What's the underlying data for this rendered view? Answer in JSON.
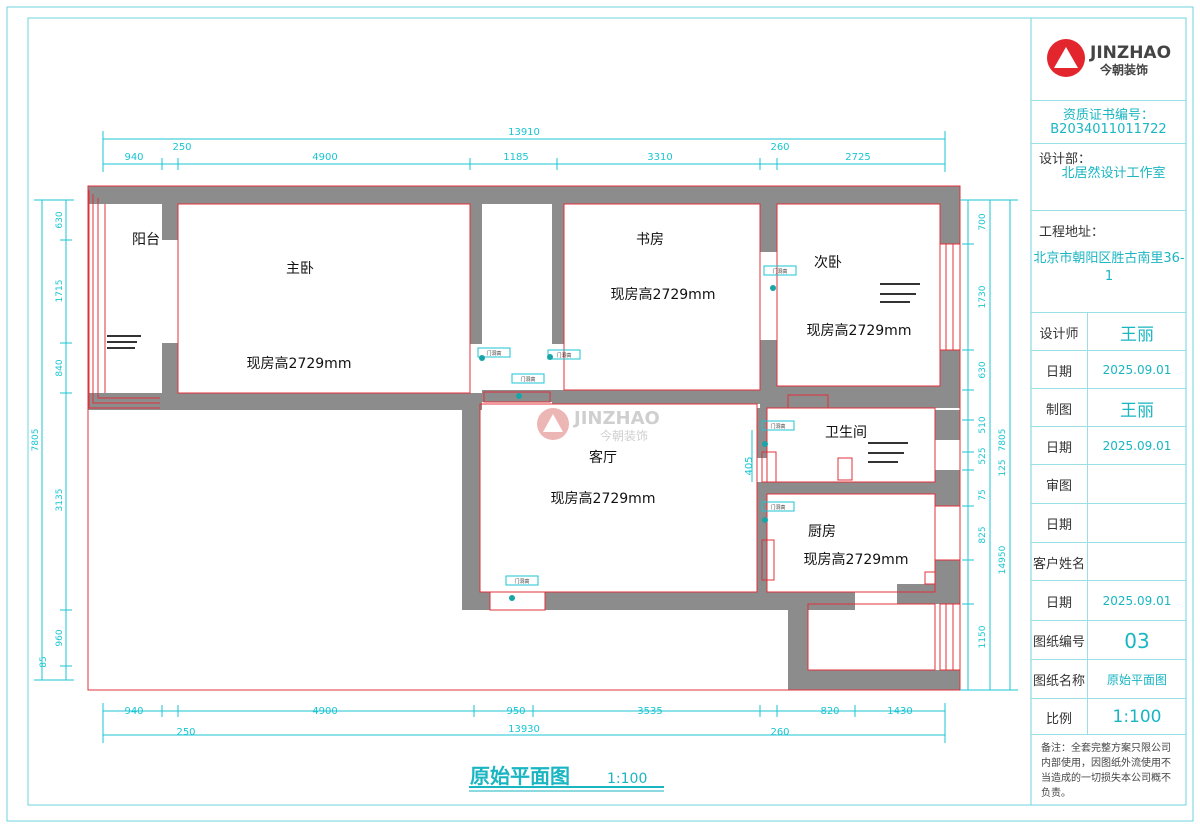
{
  "logo": {
    "brand_en": "JINZHAO",
    "brand_cn": "今朝装饰"
  },
  "title_block": {
    "cert_label": "资质证书编号：",
    "cert_value": "B2034011011722",
    "dept_label": "设计部：",
    "dept_value": "北居然设计工作室",
    "address_label": "工程地址：",
    "address_value": "北京市朝阳区胜古南里36-1",
    "rows": [
      {
        "label": "设计师",
        "value": "王丽"
      },
      {
        "label": "日期",
        "value": "2025.09.01"
      },
      {
        "label": "制图",
        "value": "王丽"
      },
      {
        "label": "日期",
        "value": "2025.09.01"
      },
      {
        "label": "审图",
        "value": ""
      },
      {
        "label": "日期",
        "value": ""
      },
      {
        "label": "客户姓名",
        "value": ""
      },
      {
        "label": "日期",
        "value": "2025.09.01"
      },
      {
        "label": "图纸编号",
        "value": "03"
      },
      {
        "label": "图纸名称",
        "value": "原始平面图"
      },
      {
        "label": "比例",
        "value": "1:100"
      }
    ],
    "note": "备注：全套完整方案只限公司内部使用，因图纸外流使用不当造成的一切损失本公司概不负责。"
  },
  "plan": {
    "title": "原始平面图",
    "scale": "1:100",
    "rooms": {
      "balcony": "阳台",
      "master": "主卧",
      "study": "书房",
      "second": "次卧",
      "living": "客厅",
      "bath": "卫生间",
      "kitchen": "厨房"
    },
    "height_text": "现房高2729mm",
    "top_total": "13910",
    "top_dims": [
      "940",
      "250",
      "4900",
      "1185",
      "3310",
      "260",
      "2725"
    ],
    "bottom_total": "13930",
    "bottom_dims": [
      "940",
      "250",
      "4900",
      "950",
      "3535",
      "260",
      "820",
      "1430"
    ],
    "left_total": "7805",
    "left_dims": [
      "630",
      "1715",
      "840",
      "3135",
      "960",
      "85"
    ],
    "right_total": "7805",
    "right_dims": [
      "700",
      "1730",
      "630",
      "510",
      "525",
      "75",
      "825",
      "1150",
      "14950",
      "125"
    ],
    "inner_dim": "405",
    "door_tag": "门洞高"
  },
  "colors": {
    "wall": "#8c8c8c",
    "outline": "#e0303a",
    "dim": "#19c6d2",
    "accent": "#19b6c2",
    "logo_red": "#e3262d"
  }
}
